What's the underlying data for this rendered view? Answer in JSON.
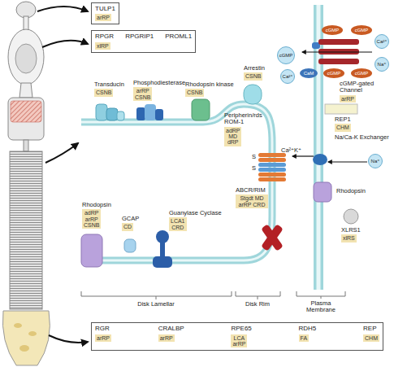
{
  "diagram": {
    "nodes": [
      {
        "text": [
          "TULP1",
          "arRP"
        ]
      },
      {
        "text": [
          "RPGR",
          "RPGRIP1",
          "PROML1",
          "xlRP"
        ]
      },
      {
        "text": [
          "Transducin",
          "CSNB"
        ]
      },
      {
        "text": [
          "Phosphodiesterase",
          "arRP CSNB"
        ]
      },
      {
        "text": [
          "Rhodopsin kinase",
          "CSNB"
        ]
      },
      {
        "text": [
          "Arrestin",
          "CSNB"
        ]
      },
      {
        "text": [
          "cGMP"
        ]
      },
      {
        "text": [
          "Ca²⁺"
        ]
      },
      {
        "text": [
          "cGMP"
        ]
      },
      {
        "text": [
          "cGMP"
        ]
      },
      {
        "text": [
          "CaM"
        ]
      },
      {
        "text": [
          "Ca²⁺"
        ]
      },
      {
        "text": [
          "Na⁺"
        ]
      },
      {
        "text": [
          "cGMP"
        ]
      },
      {
        "text": [
          "cGMP"
        ]
      },
      {
        "text": [
          "cGMP-gated Channel",
          "arRP"
        ]
      },
      {
        "text": [
          "REP1",
          "CHM"
        ]
      },
      {
        "text": [
          "Peripherin/rds ROM-1",
          "adRP MD dRP"
        ]
      },
      {
        "text": [
          "Na/Ca-K Exchanger"
        ]
      },
      {
        "text": [
          "Na⁺"
        ]
      },
      {
        "text": [
          "Rhodopsin",
          "adRP arRP CSNB"
        ]
      },
      {
        "text": [
          "GCAP",
          "CD"
        ]
      },
      {
        "text": [
          "Guanylase Cyclase",
          "LCA1 CRD"
        ]
      },
      {
        "text": [
          "ABCR/RIM",
          "Stgdt MD arRP CRD"
        ]
      },
      {
        "text": [
          "Rhodopsin"
        ]
      },
      {
        "text": [
          "XLRS1",
          "xlRS"
        ]
      },
      {
        "text": [
          "RGR",
          "arRP",
          "CRALBP",
          "arRP",
          "RPE65",
          "LCA arRP",
          "RDH5",
          "FA",
          "REP",
          "CHM"
        ]
      }
    ],
    "labels": [
      "S",
      "S",
      "Ca²⁺K⁺",
      "Disk Lamellar",
      "Disk Rim",
      "Plasma Membrane"
    ]
  }
}
